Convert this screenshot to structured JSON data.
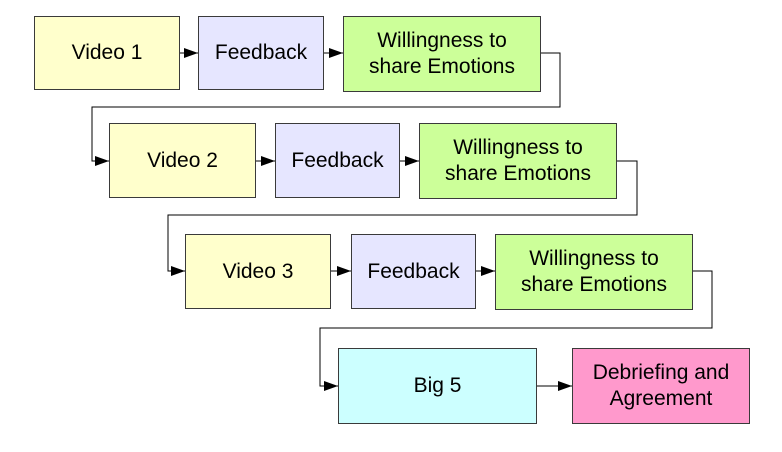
{
  "diagram": {
    "rows": [
      {
        "video": "Video 1",
        "feedback": "Feedback",
        "willingness": "Willingness to\nshare Emotions"
      },
      {
        "video": "Video 2",
        "feedback": "Feedback",
        "willingness": "Willingness to\nshare Emotions"
      },
      {
        "video": "Video 3",
        "feedback": "Feedback",
        "willingness": "Willingness to\nshare Emotions"
      }
    ],
    "final": {
      "big5": "Big 5",
      "debriefing": "Debriefing and\nAgreement"
    },
    "colors": {
      "video": "#ffffcc",
      "feedback": "#e6e6ff",
      "willingness": "#ccff99",
      "big5": "#ccffff",
      "debriefing": "#ff99cc",
      "line": "#000000"
    }
  }
}
